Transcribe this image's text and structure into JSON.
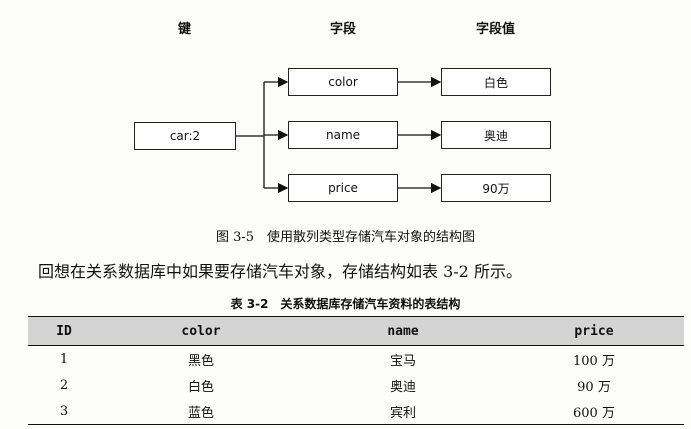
{
  "diagram": {
    "headers": {
      "key": "键",
      "field": "字段",
      "value": "字段值"
    },
    "key_box": "car:2",
    "fields": [
      "color",
      "name",
      "price"
    ],
    "values": [
      "白色",
      "奥迪",
      "90万"
    ]
  },
  "figure_caption": "图 3-5　使用散列类型存储汽车对象的结构图",
  "body_text": "回想在关系数据库中如果要存储汽车对象，存储结构如表 3-2 所示。",
  "table_caption": "表 3-2　关系数据库存储汽车资料的表结构",
  "table": {
    "columns": [
      "ID",
      "color",
      "name",
      "price"
    ],
    "rows": [
      [
        "1",
        "黑色",
        "宝马",
        "100 万"
      ],
      [
        "2",
        "白色",
        "奥迪",
        "90 万"
      ],
      [
        "3",
        "蓝色",
        "宾利",
        "600 万"
      ]
    ]
  }
}
